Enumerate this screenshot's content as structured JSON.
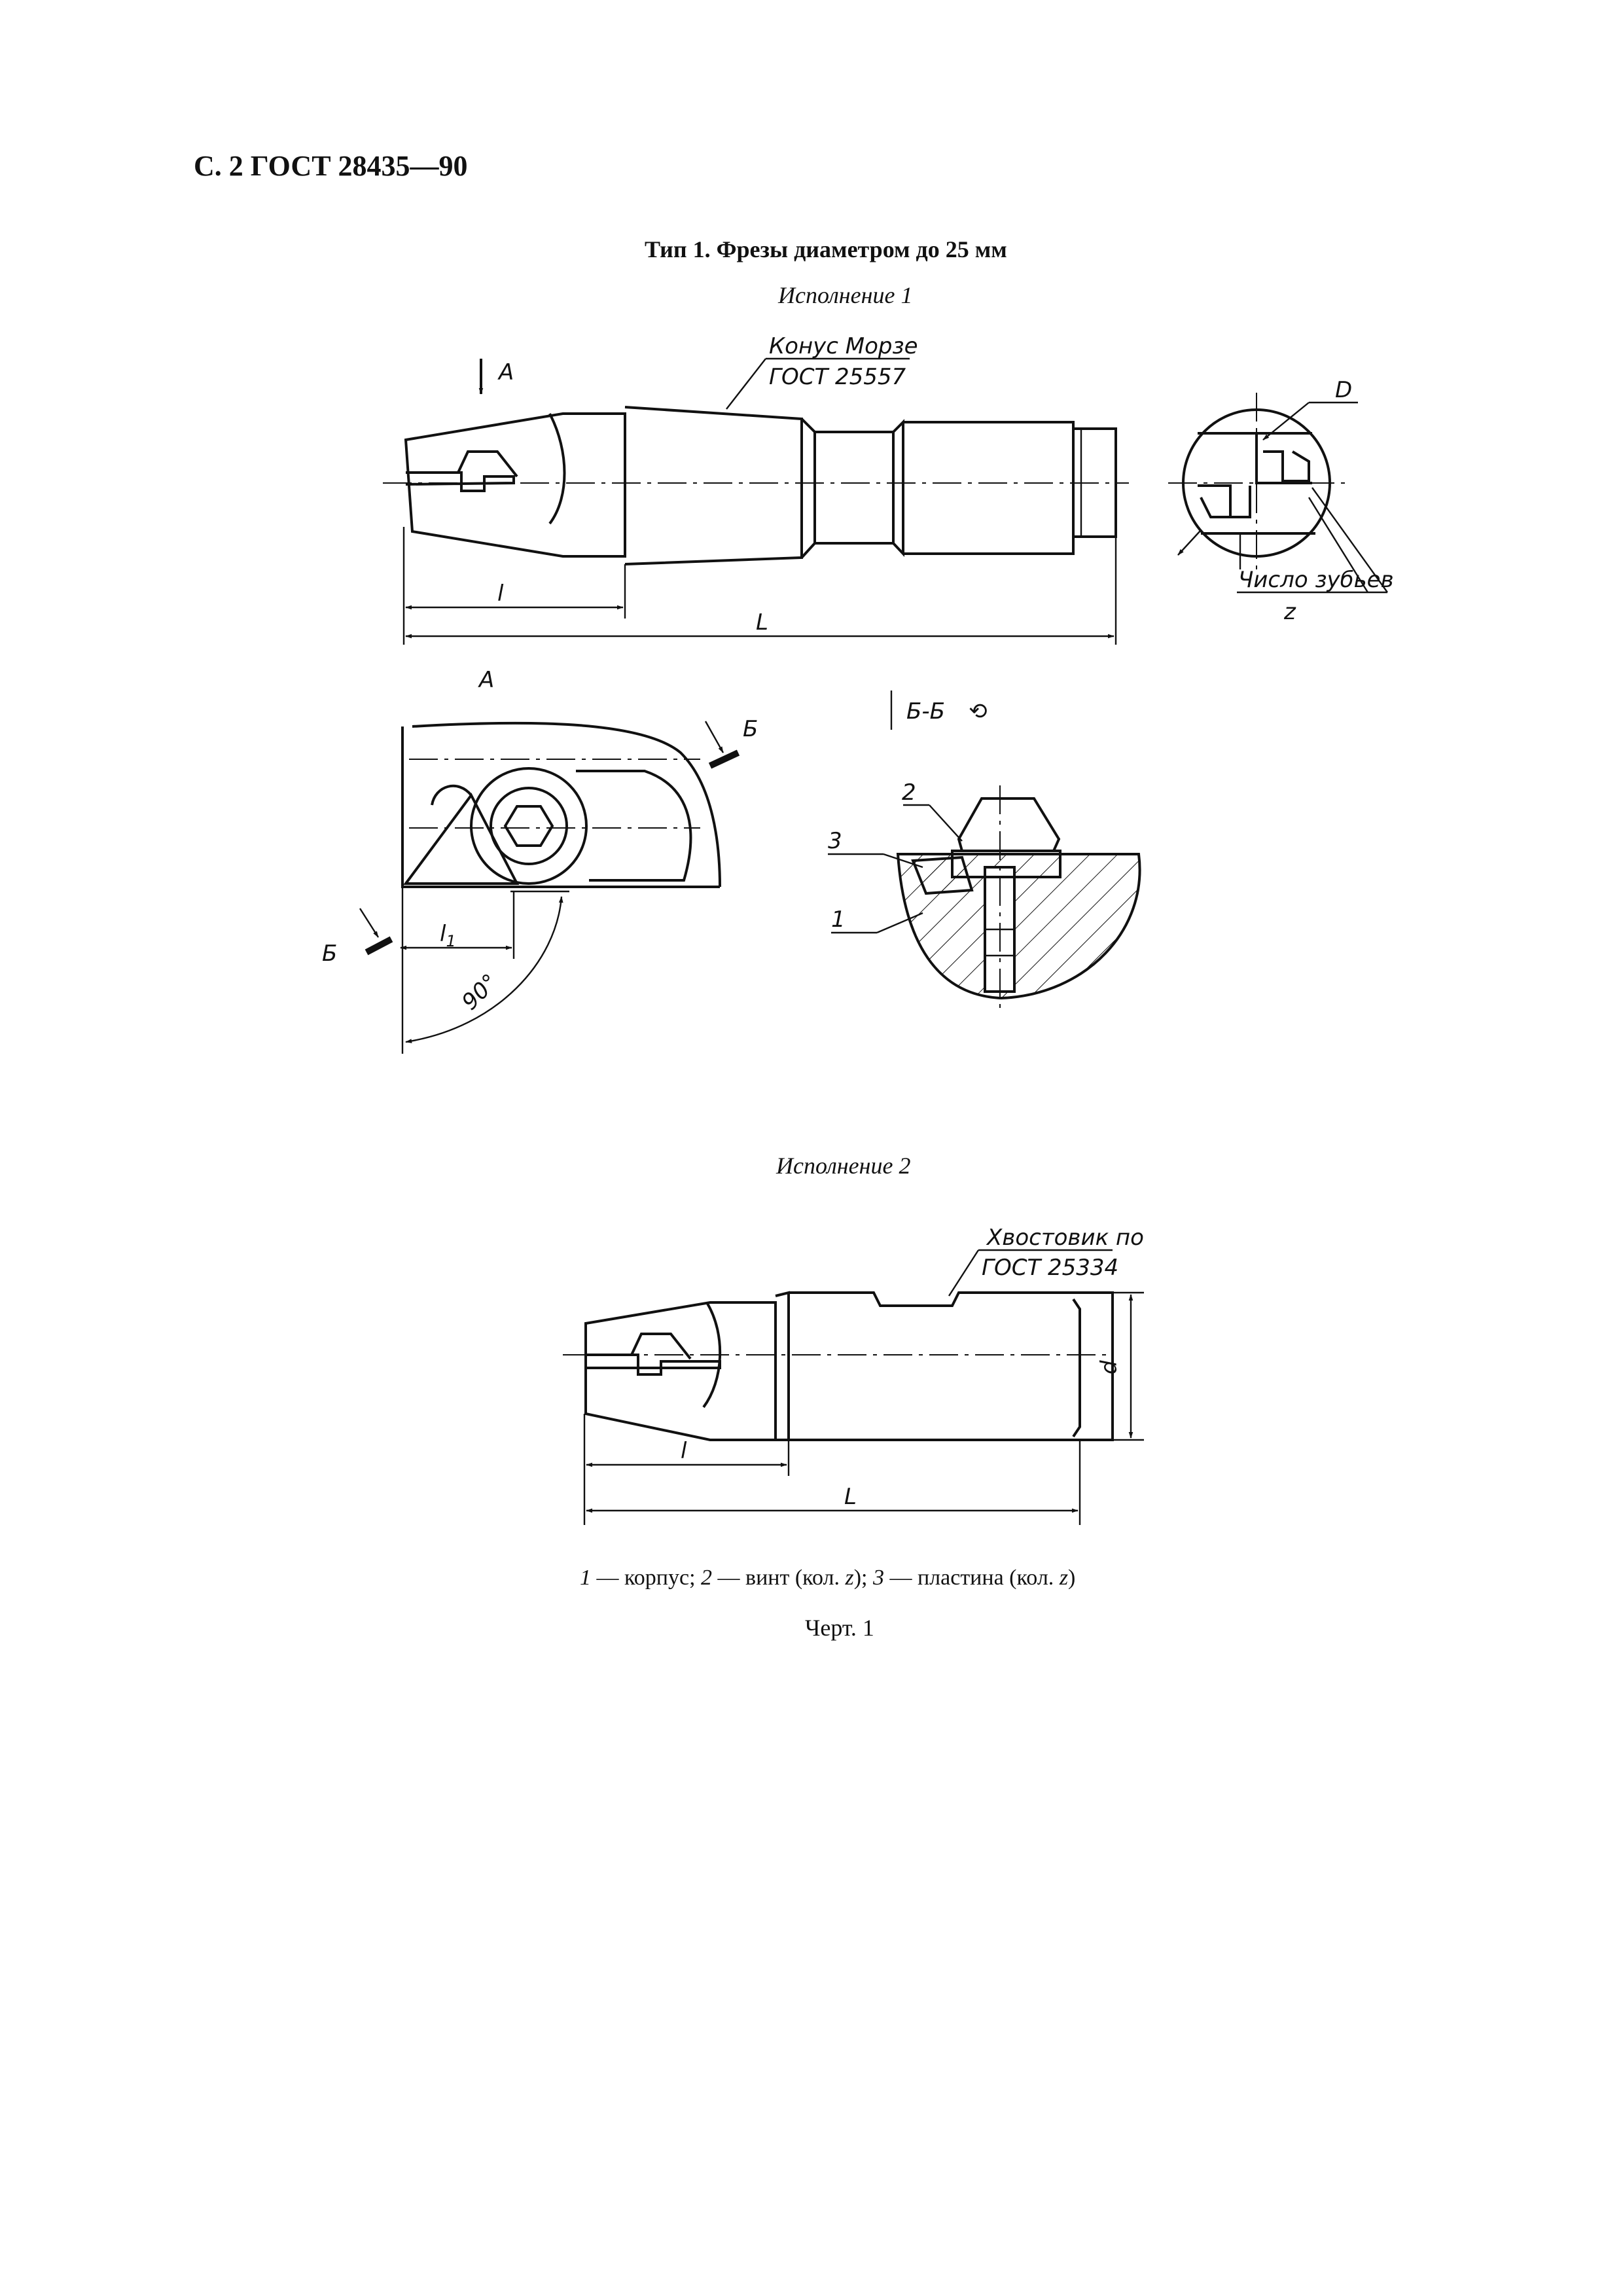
{
  "header": "С. 2 ГОСТ 28435—90",
  "type_title": "Тип 1.   Фрезы диаметром до 25 мм",
  "variant_1": "Исполнение 1",
  "variant_2": "Исполнение 2",
  "drawing_1": {
    "taper_label_line1": "Конус  Морзе",
    "taper_label_line2": "ГОСТ  25557",
    "view_arrow": "А",
    "dim_small_l": "l",
    "dim_total_L": "L",
    "diameter_label": "D",
    "teeth_label_line1": "Число  зубьев",
    "teeth_label_line2": "z"
  },
  "view_a": {
    "title": "А",
    "section_mark_top": "Б",
    "section_mark_bottom": "Б",
    "dim_l1": "l",
    "dim_l1_sub": "1",
    "angle": "90°"
  },
  "section_bb": {
    "title": "Б-Б",
    "rotate_symbol": "⟲",
    "callout_1": "1",
    "callout_2": "2",
    "callout_3": "3"
  },
  "drawing_2": {
    "shank_label_line1": "Хвостовик  по",
    "shank_label_line2": "ГОСТ  25334",
    "dim_small_l": "l",
    "dim_total_L": "L",
    "dim_d": "d"
  },
  "legend": {
    "n1": "1",
    "t1": " — корпус;  ",
    "n2": "2",
    "t2": " — винт (кол. ",
    "z1": "z",
    "t3": ");  ",
    "n3": "3",
    "t4": " — пластина (кол. ",
    "z2": "z",
    "t5": ")"
  },
  "caption": "Черт. 1"
}
